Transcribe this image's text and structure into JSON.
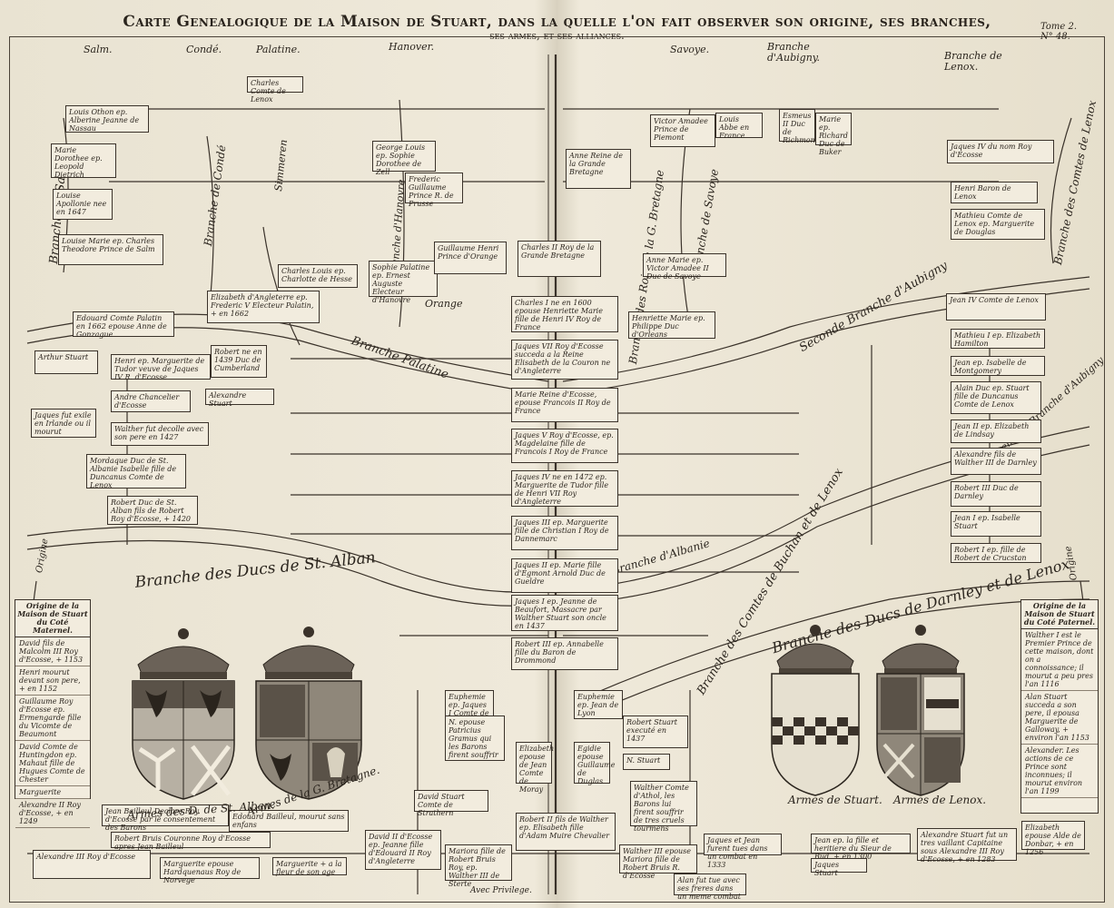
{
  "title": "Carte Genealogique de la Maison de Stuart, dans la quelle l'on fait observer son origine, ses branches,",
  "subtitle": "ses armes, et ses alliances.",
  "tome": [
    "Tome 2.",
    "N° 48."
  ],
  "branch_headers": [
    "Salm.",
    "Condé.",
    "Palatine.",
    "Hanover.",
    "Savoye.",
    "Branche d'Aubigny.",
    "Branche de Lenox."
  ],
  "curved_labels": {
    "ducs_st_alban": "Branche des Ducs de St. Alban",
    "comtes_buchan": "Branche des Comtes de Buchan et de Lenox",
    "ducs_darnley": "Branche des Ducs de Darnley et de Lenox",
    "palatine": "Branche Palatine",
    "seconde_aubigny": "Seconde Branche d'Aubigny",
    "premiere_aubigny": "Premiere Branche d'Aubigny",
    "rois_bretagne": "Branche des Rois de la G. Bretagne",
    "savoye": "Branche de Savoye",
    "salm": "Branche de Salm",
    "conde": "Branche de Condé",
    "comtes_lenox": "Branche des Comtes de Lenox",
    "hanovre": "Branche d'Hanovre",
    "simmeren": "Simmeren",
    "orange": "Orange",
    "albanie": "Branche d'Albanie",
    "origine": "Origine"
  },
  "central_line": [
    "Jaques VII Roy d'Ecosse succeda a la Reine Elisabeth de la Couron ne d'Angleterre",
    "Marie Reine d'Ecosse, epouse Francois II Roy de France",
    "Jaques V Roy d'Ecosse, ep. Magdelaine fille de Francois I Roy de France",
    "Jaques IV ne en 1472 ep. Marguerite de Tudor fille de Henri VII Roy d'Angleterre",
    "Jaques III ep. Marguerite fille de Christian I Roy de Dannemarc",
    "Jaques II ep. Marie fille d'Egmont Arnold Duc de Gueldre",
    "Jaques I ep. Jeanne de Beaufort, Massacre par Walther Stuart son oncle en 1437",
    "Robert III ep. Annabelle fille du Baron de Drommond",
    "Robert II fils de Walther ep. Elisabeth fille d'Adam Muire Chevalier"
  ],
  "left_column": [
    "Arthur Stuart",
    "Henri ep. Marguerite de Tudor veuve de Jaques IV R. d'Ecosse",
    "Andre Chancelier d'Ecosse",
    "Jaques fut exile en Irlande ou il mourut",
    "Walther fut decolle avec son pere en 1427",
    "Mordaque Duc de St. Albanie Isabelle fille de Duncanus Comte de Lenox",
    "Robert Duc de St. Alban fils de Robert Roy d'Ecosse, + 1420",
    "Alexandre Stuart",
    "Robert ne en 1439 Duc de Cumberland"
  ],
  "right_column": [
    "Jaques IV du nom Roy d'Ecosse",
    "Henri Baron de Lenox",
    "Mathieu Comte de Lenox ep. Marguerite de Douglas",
    "Jean IV Comte de Lenox",
    "Mathieu I ep. Elizabeth Hamilton",
    "Jean ep. Isabelle de Montgomery",
    "Alain Duc ep. Stuart fille de Duncanus Comte de Lenox",
    "Jean II ep. Elizabeth de Lindsay",
    "Alexandre fils de Walther III de Darnley",
    "Robert III Duc de Darnley",
    "Jean I ep. Isabelle Stuart",
    "Robert I ep. fille de Robert de Crucstan"
  ],
  "upper_boxes": [
    "Louis Othon ep. Alberine Jeanne de Nassau",
    "Marie Dorothee ep. Leopold Dietrich",
    "Louise Apollonie nee en 1647",
    "Louise Marie ep. Charles Theodore Prince de Salm",
    "Edouard Comte Palatin en 1662 epouse Anne de Gonzague",
    "Elizabeth d'Angleterre ep. Frederic V Electeur Palatin, + en 1662",
    "Charles Louis ep. Charlotte de Hesse",
    "Sophie Palatine ep. Ernest Auguste Electeur d'Hanovre",
    "George Louis ep. Sophie Dorothee de Zell",
    "Frederic Guillaume Prince R. de Prusse",
    "Charles Comte de Lenox",
    "Victor Amadee Prince de Piemont",
    "Louis Abbe en France",
    "Esmeus II Duc de Richmond",
    "Marie ep. Richard Duc de Buker",
    "Anne Reine de la Grande Bretagne",
    "Charles II Roy de la Grande Bretagne",
    "Guillaume Henri Prince d'Orange",
    "Henriette Marie ep. Philippe Duc d'Orleans",
    "Anne Marie ep. Victor Amadee II Duc de Savoye",
    "Charles I ne en 1600 epouse Henriette Marie fille de Henri IV Roy de France"
  ],
  "lower_boxes": [
    "Euphemie ep. Jaques I Comte de Douglas",
    "Euphemie ep. Jean de Lyon",
    "N. epouse Patricius Gramus qui les Barons firent souffrir",
    "Robert Stuart executé en 1437",
    "N. Stuart",
    "Elizabeth epouse de Jean Comte de Moray",
    "Egidie epouse Guillaume de Duglas",
    "David Stuart Comte de Strathern",
    "Walther Comte d'Athol, les Barons lui firent souffrir de tres cruels tourmens",
    "David II d'Ecosse ep. Jeanne fille d'Edouard II Roy d'Angleterre",
    "Mariora fille de Robert Bruis Roy, ep. Walther III de Sterte",
    "Walther III epouse Mariora fille de Robert Bruis R. d'Ecosse",
    "Alan fut tue avec ses freres dans un meme combat",
    "Jaques et Jean furent tues dans un combat en 1333",
    "Jean ep. la fille et heritiere du Sieur de Bud, + en 1300",
    "Alexandre Stuart fut un tres vaillant Capitaine sous Alexandre III Roy d'Ecosse, + en 1283",
    "Jaques Stuart",
    "Elizabeth epouse Alde de Donbar, + en 1256",
    "Jean Bailleul Declare Roy d'Ecosse par le consentement des Barons",
    "Edouard Bailleul, mourut sans enfans",
    "Robert Bruis Couronne Roy d'Ecosse apres Jean Bailleul",
    "Alexandre III Roy d'Ecosse",
    "Marguerite epouse Hardquenaus Roy de Norvege",
    "Marguerite + a la fleur de son age"
  ],
  "maternal": {
    "header": "Origine de la Maison de Stuart du Coté Maternel.",
    "items": [
      "David fils de Malcolm III Roy d'Ecosse, + 1153",
      "Henri mourut devant son pere, + en 1152",
      "Guillaume Roy d'Ecosse ep. Ermengarde fille du Vicomte de Beaumont",
      "David Comte de Huntingdon ep. Mahaut fille de Hugues Comte de Chester",
      "Marguerite",
      "Alexandre II Roy d'Ecosse, + en 1249"
    ]
  },
  "paternal": {
    "header": "Origine de la Maison de Stuart du Coté Paternel.",
    "items": [
      "Walther I est le Premier Prince de cette maison, dont on a connoissance; il mourut a peu pres l'an 1116",
      "Alan Stuart succeda a son pere, il epousa Marguerite de Galloway, + environ l'an 1153",
      "Alexander. Les actions de ce Prince sont inconnues; il mourut environ l'an 1199"
    ]
  },
  "arms": {
    "st_alban": "Armes des D. de St. Alban.",
    "bretagne": "Armes de la G. Bretagne.",
    "stuart": "Armes de Stuart.",
    "lenox": "Armes de Lenox."
  },
  "privilege": "Avec Privilege."
}
